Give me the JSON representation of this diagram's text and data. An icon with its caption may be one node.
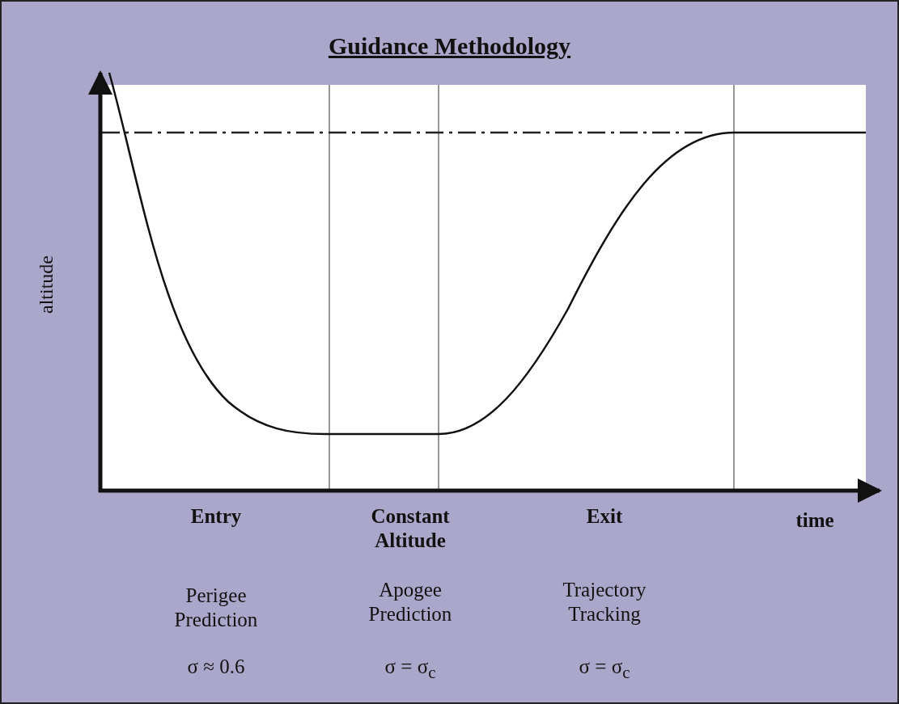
{
  "diagram": {
    "title": "Guidance Methodology",
    "labels": [
      "altitude",
      "Entry",
      "Constant Altitude",
      "Exit",
      "time",
      "Perigee Prediction",
      "Apogee Prediction",
      "Trajectory Tracking",
      "σ ≈ 0.6",
      "σ = σ$_{c}$",
      "σ = σ$_{c}$"
    ]
  }
}
